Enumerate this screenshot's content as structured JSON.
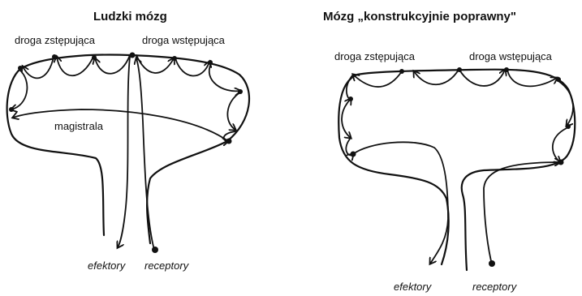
{
  "left_diagram": {
    "title": "Ludzki mózg",
    "label_descending": "droga zstępująca",
    "label_ascending": "droga wstępująca",
    "label_highway": "magistrala",
    "label_effectors": "efektory",
    "label_receptors": "receptory"
  },
  "right_diagram": {
    "title": "Mózg „konstrukcyjnie poprawny\"",
    "label_descending": "droga zstępująca",
    "label_ascending": "droga wstępująca",
    "label_effectors": "efektory",
    "label_receptors": "receptory"
  },
  "colors": {
    "ink": "#111111",
    "background": "#ffffff"
  }
}
